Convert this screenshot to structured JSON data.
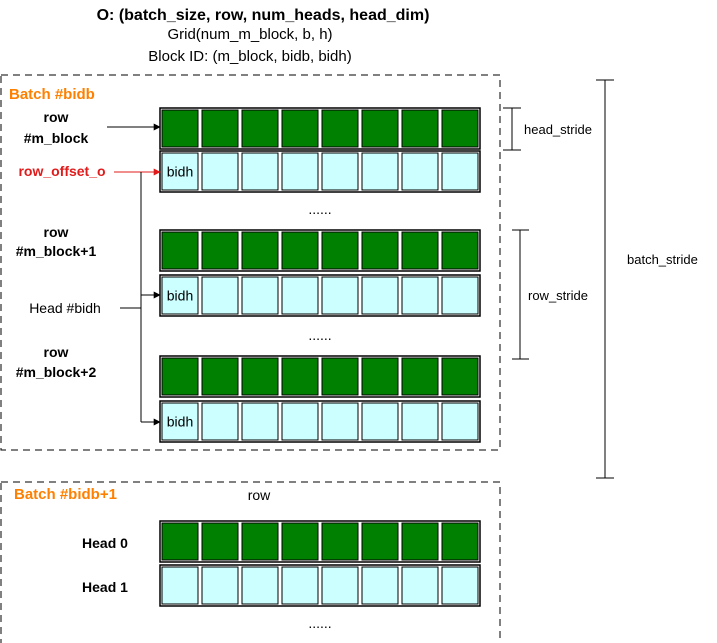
{
  "header": {
    "title": "O: (batch_size, row, num_heads, head_dim)",
    "grid": "Grid(num_m_block, b, h)",
    "block_id": "Block ID: (m_block, bidb, bidh)"
  },
  "batch0": {
    "label": "Batch #bidb",
    "row_label_1_line1": "row",
    "row_label_1_line2": "#m_block",
    "row_offset_label": "row_offset_o",
    "row_label_2_line1": "row",
    "row_label_2_line2": "#m_block+1",
    "head_label": "Head #bidh",
    "row_label_3_line1": "row",
    "row_label_3_line2": "#m_block+2",
    "cell_label": "bidh",
    "ellipsis": "......"
  },
  "batch1": {
    "label": "Batch #bidb+1",
    "row_label": "row",
    "head0_label": "Head 0",
    "head1_label": "Head 1",
    "ellipsis": "......"
  },
  "strides": {
    "head_stride": "head_stride",
    "row_stride": "row_stride",
    "batch_stride": "batch_stride"
  },
  "colors": {
    "green": "#008000",
    "cyan": "#ccffff",
    "orange": "#ff8000",
    "red": "#e01b1b"
  }
}
